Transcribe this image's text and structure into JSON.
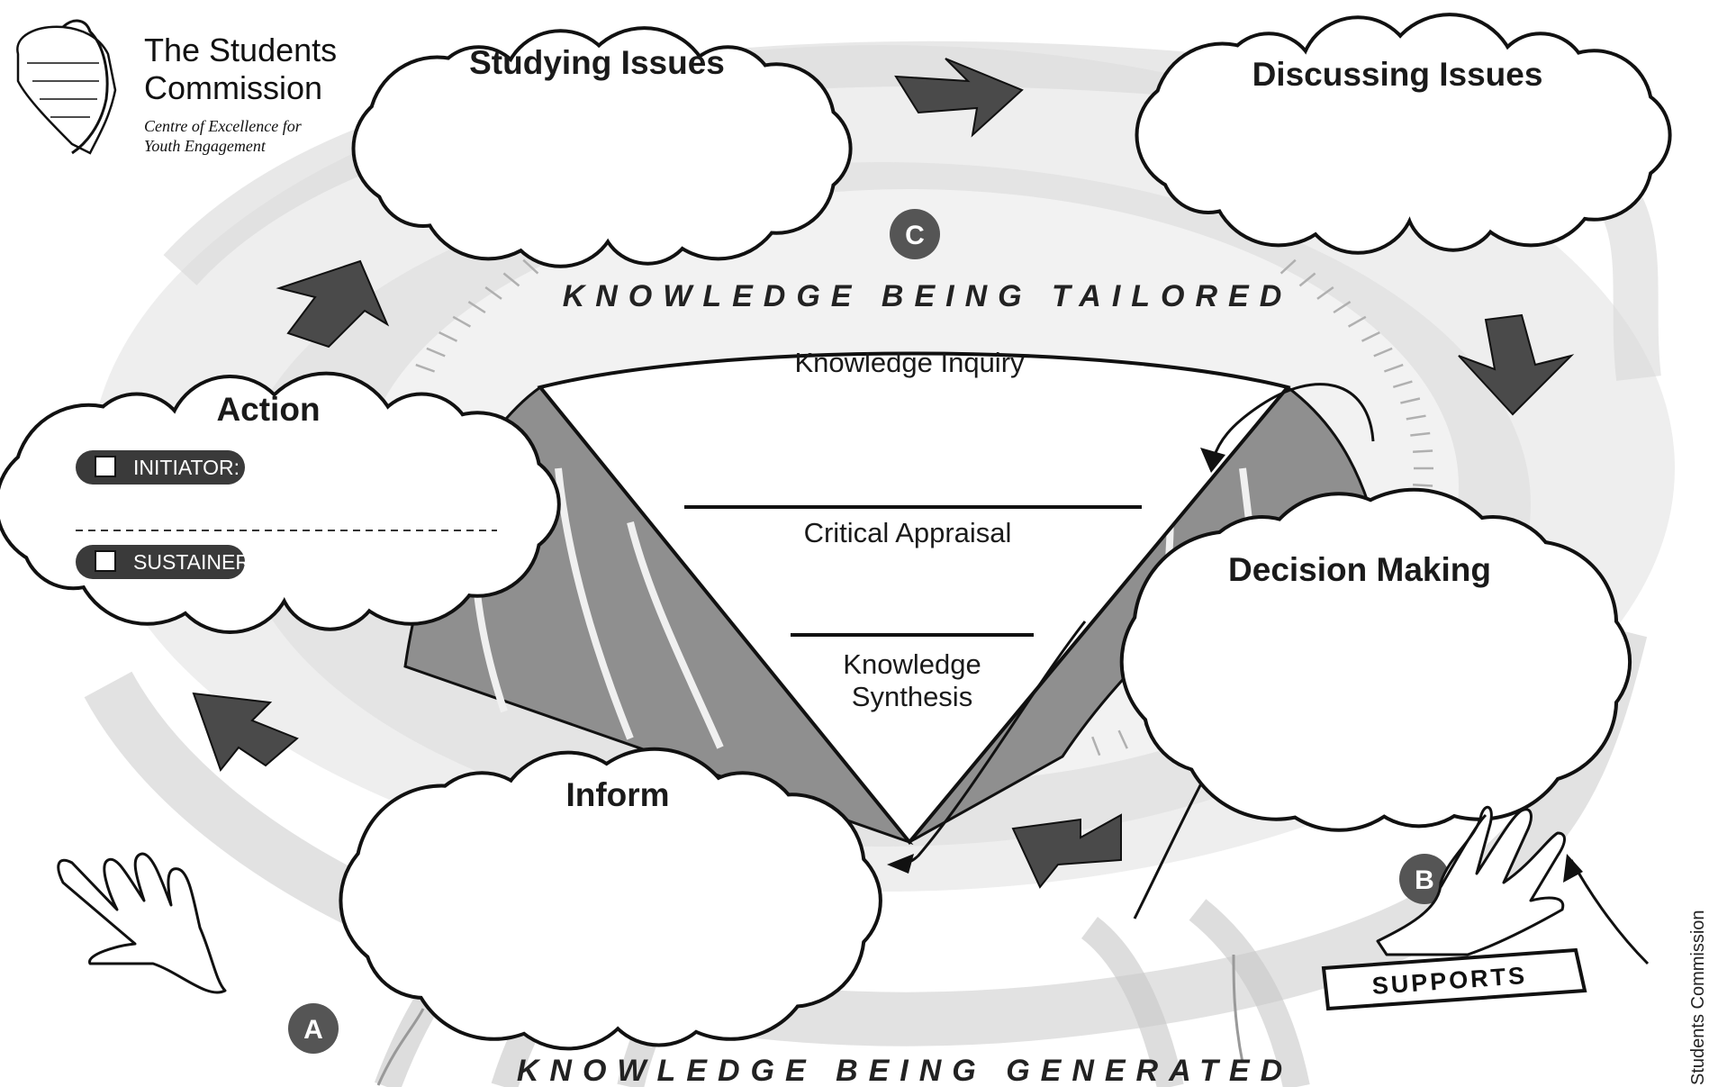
{
  "logo": {
    "title_line1": "The Students",
    "title_line2": "Commission",
    "subtitle_line1": "Centre of Excellence for",
    "subtitle_line2": "Youth Engagement"
  },
  "clouds": {
    "studying": "Studying Issues",
    "discussing": "Discussing Issues",
    "decision": "Decision Making",
    "inform": "Inform",
    "action": "Action"
  },
  "action_options": {
    "initiator": "INITIATOR:",
    "sustainer": "SUSTAINER:"
  },
  "funnel_layers": {
    "inquiry": "Knowledge Inquiry",
    "appraisal": "Critical Appraisal",
    "synthesis_line1": "Knowledge",
    "synthesis_line2": "Synthesis"
  },
  "bands": {
    "tailored": "KNOWLEDGE BEING TAILORED",
    "generated": "KNOWLEDGE BEING GENERATED"
  },
  "badges": {
    "a": "A",
    "b": "B",
    "c": "C"
  },
  "supports_label": "SUPPORTS",
  "credit": "Students Commission",
  "colors": {
    "outline": "#111111",
    "funnel_side": "#8f8f8f",
    "swirl": "#e6e6e6",
    "arrow": "#4a4a4a",
    "badge": "#555555",
    "chip": "#3a3a3a"
  }
}
